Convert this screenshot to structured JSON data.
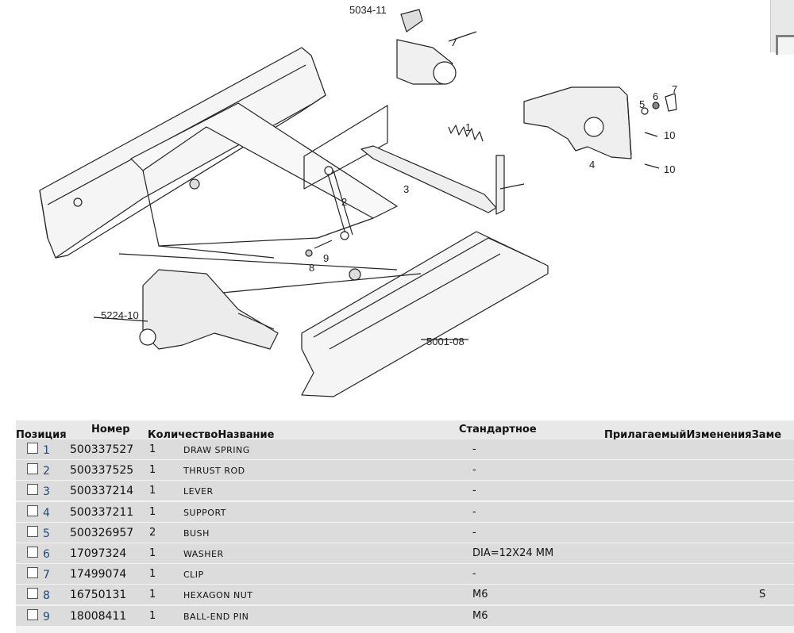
{
  "diagram": {
    "callouts": [
      "5034-11",
      "1",
      "2",
      "3",
      "4",
      "5",
      "6",
      "7",
      "8",
      "9",
      "10",
      "10",
      "5224-10",
      "5001-08"
    ]
  },
  "table": {
    "headers": {
      "position": "Позиция",
      "number": "Номер",
      "qty_name": "КоличествоНазвание",
      "standard": "Стандартное",
      "attached": "ПрилагаемыйИзмененияЗаме"
    },
    "rows": [
      {
        "pos": "1",
        "number": "500337527",
        "qty": "1",
        "name": "DRAW SPRING",
        "standard": "-",
        "change": ""
      },
      {
        "pos": "2",
        "number": "500337525",
        "qty": "1",
        "name": "THRUST ROD",
        "standard": "-",
        "change": ""
      },
      {
        "pos": "3",
        "number": "500337214",
        "qty": "1",
        "name": "LEVER",
        "standard": "-",
        "change": ""
      },
      {
        "pos": "4",
        "number": "500337211",
        "qty": "1",
        "name": "SUPPORT",
        "standard": "-",
        "change": ""
      },
      {
        "pos": "5",
        "number": "500326957",
        "qty": "2",
        "name": "BUSH",
        "standard": "-",
        "change": ""
      },
      {
        "pos": "6",
        "number": "17097324",
        "qty": "1",
        "name": "WASHER",
        "standard": "DIA=12X24 MM",
        "change": ""
      },
      {
        "pos": "7",
        "number": "17499074",
        "qty": "1",
        "name": "CLIP",
        "standard": "-",
        "change": ""
      },
      {
        "pos": "8",
        "number": "16750131",
        "qty": "1",
        "name": "HEXAGON NUT",
        "standard": "M6",
        "change": "S"
      },
      {
        "pos": "9",
        "number": "18008411",
        "qty": "1",
        "name": "BALL-END PIN",
        "standard": "M6",
        "change": ""
      }
    ]
  }
}
